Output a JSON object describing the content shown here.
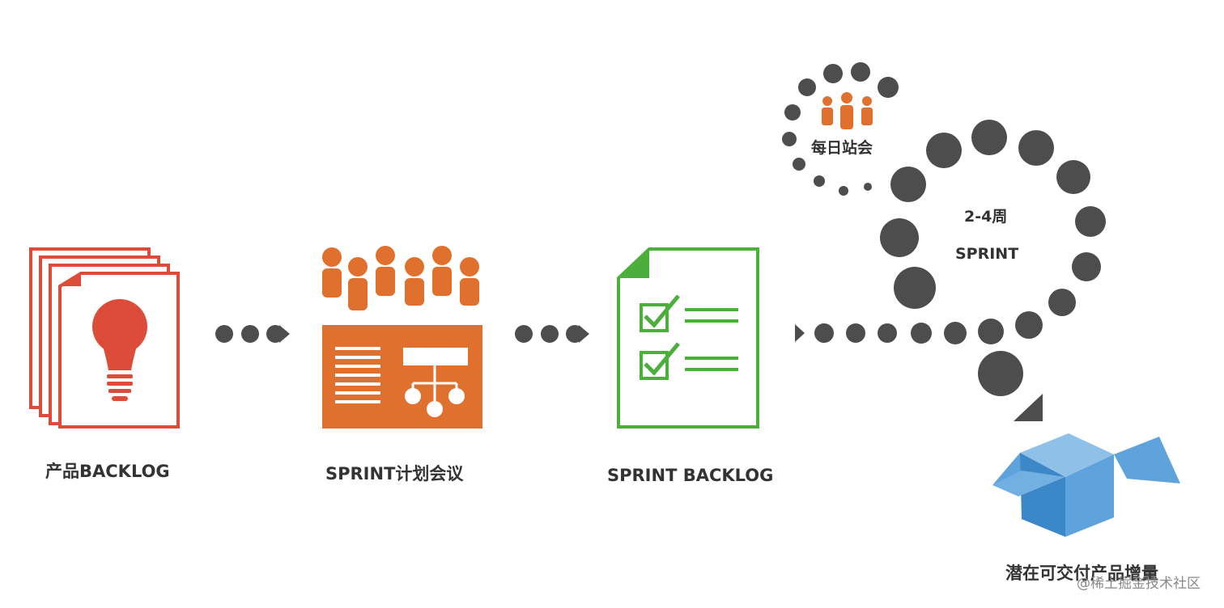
{
  "colors": {
    "red": "#dd4b39",
    "orange": "#e0702e",
    "green": "#4caf3c",
    "dot": "#4d4d4d",
    "box_front": "#3c87c8",
    "box_side": "#5fa3dc",
    "box_inner": "#8fc1e8",
    "text": "#333333"
  },
  "stages": {
    "product_backlog": {
      "label": "产品BACKLOG",
      "icon": "lightbulb-documents-icon"
    },
    "sprint_planning": {
      "label": "SPRINT计划会议",
      "icon": "team-presentation-icon"
    },
    "sprint_backlog": {
      "label": "SPRINT BACKLOG",
      "icon": "checklist-document-icon"
    },
    "daily_standup": {
      "label": "每日站会",
      "icon": "team-icon"
    },
    "sprint_cycle": {
      "duration": "2-4周",
      "label": "SPRINT"
    },
    "increment": {
      "label": "潜在可交付产品增量",
      "icon": "open-box-icon"
    }
  },
  "watermark": "@稀土掘金技术社区"
}
